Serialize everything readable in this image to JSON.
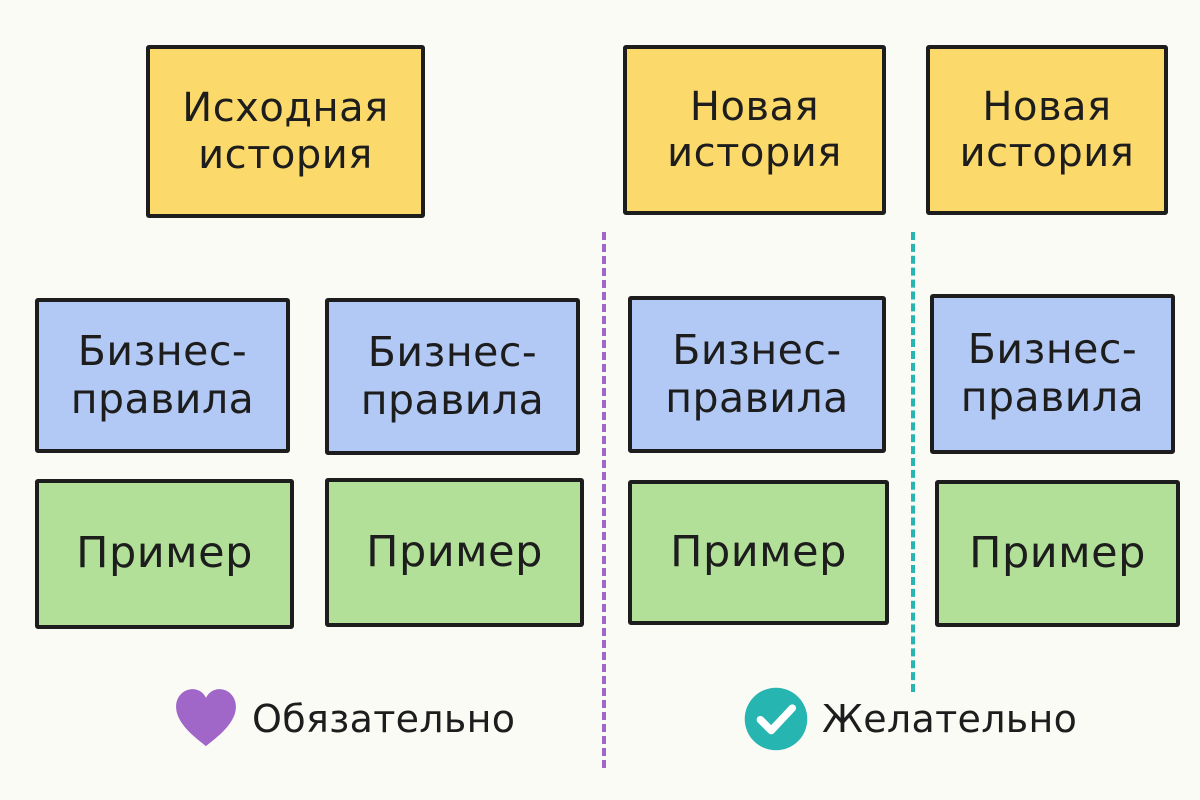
{
  "colors": {
    "story": "#fbd96a",
    "rules": "#b3c9f5",
    "example": "#b2e099",
    "required": "#a066c8",
    "desired": "#26b5b0",
    "border": "#1d1d1d"
  },
  "columns": {
    "original": {
      "story": {
        "line1": "Исходная",
        "line2": "история"
      },
      "rules_1": {
        "line1": "Бизнес-",
        "line2": "правила"
      },
      "example_1": "Пример",
      "rules_2": {
        "line1": "Бизнес-",
        "line2": "правила"
      },
      "example_2": "Пример"
    },
    "new_1": {
      "story": {
        "line1": "Новая",
        "line2": "история"
      },
      "rules": {
        "line1": "Бизнес-",
        "line2": "правила"
      },
      "example": "Пример"
    },
    "new_2": {
      "story": {
        "line1": "Новая",
        "line2": "история"
      },
      "rules": {
        "line1": "Бизнес-",
        "line2": "правила"
      },
      "example": "Пример"
    }
  },
  "legend": {
    "required": {
      "label": "Обязательно",
      "icon": "heart-icon"
    },
    "desired": {
      "label": "Желательно",
      "icon": "check-circle-icon"
    }
  }
}
